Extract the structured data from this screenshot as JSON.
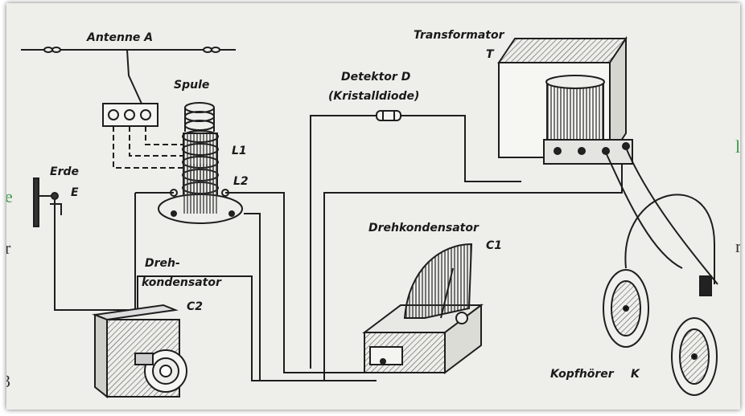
{
  "background_fragments": {
    "left_top": "e",
    "left_middle": "r",
    "left_bottom": "3",
    "right_top": "l",
    "right_middle": "r"
  },
  "labels": {
    "antenna": "Antenne A",
    "coil": "Spule",
    "coil_l1": "L1",
    "coil_l2": "L2",
    "earth": "Erde",
    "earth_e": "E",
    "detector": "Detektor D",
    "detector_sub": "(Kristalldiode)",
    "transformer": "Transformator",
    "transformer_t": "T",
    "variable_cap_c1": "Drehkondensator",
    "c1": "C1",
    "variable_cap_c2_line1": "Dreh-",
    "variable_cap_c2_line2": "kondensator",
    "c2": "C2",
    "headphones": "Kopfhörer",
    "headphones_k": "K"
  }
}
